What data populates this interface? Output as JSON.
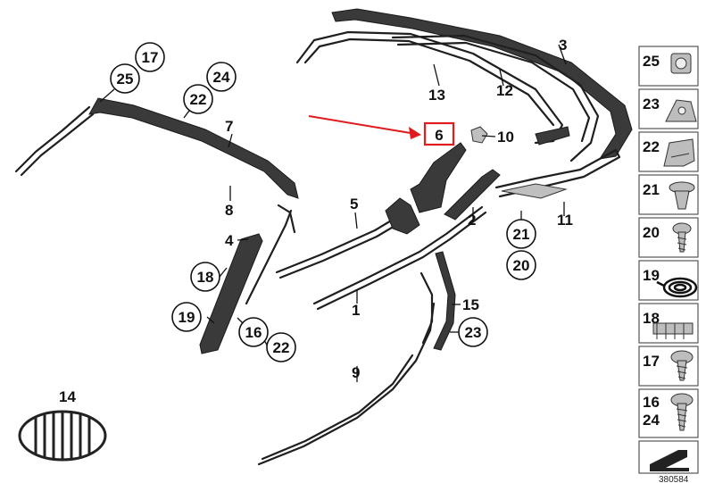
{
  "diagram": {
    "highlight_label": "6",
    "arrow_color": "#e01b1b",
    "reference_number": "380584",
    "plain_labels": [
      {
        "id": "3",
        "text": "3"
      },
      {
        "id": "13",
        "text": "13"
      },
      {
        "id": "12",
        "text": "12"
      },
      {
        "id": "10",
        "text": "10"
      },
      {
        "id": "7",
        "text": "7"
      },
      {
        "id": "8",
        "text": "8"
      },
      {
        "id": "5",
        "text": "5"
      },
      {
        "id": "2",
        "text": "2"
      },
      {
        "id": "11",
        "text": "11"
      },
      {
        "id": "4",
        "text": "4"
      },
      {
        "id": "1",
        "text": "1"
      },
      {
        "id": "15",
        "text": "15"
      },
      {
        "id": "9",
        "text": "9"
      },
      {
        "id": "14",
        "text": "14"
      }
    ],
    "circled_labels": [
      {
        "id": "17",
        "text": "17"
      },
      {
        "id": "25",
        "text": "25"
      },
      {
        "id": "24",
        "text": "24"
      },
      {
        "id": "22a",
        "text": "22"
      },
      {
        "id": "18",
        "text": "18"
      },
      {
        "id": "19",
        "text": "19"
      },
      {
        "id": "16",
        "text": "16"
      },
      {
        "id": "22b",
        "text": "22"
      },
      {
        "id": "21",
        "text": "21"
      },
      {
        "id": "20",
        "text": "20"
      },
      {
        "id": "23",
        "text": "23"
      }
    ],
    "parts_sidebar": [
      {
        "label": "25",
        "icon": "clip-nut-icon"
      },
      {
        "label": "23",
        "icon": "expansion-nut-icon"
      },
      {
        "label": "22",
        "icon": "plastic-clip-icon"
      },
      {
        "label": "21",
        "icon": "push-rivet-icon"
      },
      {
        "label": "20",
        "icon": "screw-icon"
      },
      {
        "label": "19",
        "icon": "rubber-cord-icon"
      },
      {
        "label": "18",
        "icon": "fastener-strip-icon"
      },
      {
        "label": "17",
        "icon": "hex-screw-icon"
      },
      {
        "label": "16",
        "label2": "24",
        "icon": "sheet-metal-screw-icon"
      }
    ]
  }
}
